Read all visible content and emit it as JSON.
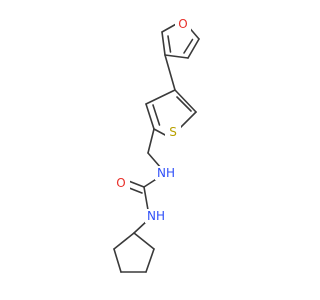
{
  "molecule": {
    "atoms": {
      "furan_o": {
        "label": "O",
        "color": "#e8302a"
      },
      "thio_s": {
        "label": "S",
        "color": "#b8a000"
      },
      "nh_upper": {
        "label": "NH",
        "color": "#3050f8"
      },
      "carbonyl_o": {
        "label": "O",
        "color": "#e8302a"
      },
      "nh_lower": {
        "label": "NH",
        "color": "#3050f8"
      }
    },
    "colors": {
      "bond": "#3a3a3a",
      "background": "#ffffff"
    }
  }
}
